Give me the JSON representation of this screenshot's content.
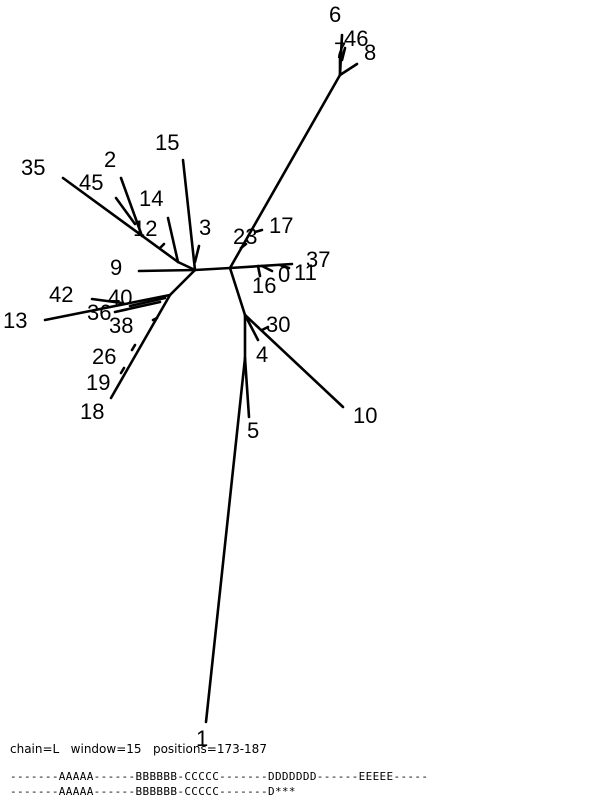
{
  "tree": {
    "labels": [
      "6",
      "46",
      "7",
      "8",
      "15",
      "35",
      "2",
      "45",
      "14",
      "12",
      "3",
      "23",
      "17",
      "37",
      "9",
      "0",
      "11",
      "16",
      "42",
      "40",
      "36",
      "13",
      "38",
      "30",
      "26",
      "4",
      "19",
      "18",
      "10",
      "5",
      "1"
    ]
  },
  "footer": {
    "info": "chain=L   window=15   positions=173-187",
    "seq1": "-------AAAAA------BBBBBB-CCCCC-------DDDDDDD------EEEEE-----",
    "seq2": "-------AAAAA------BBBBBB-CCCCC-------D***"
  }
}
